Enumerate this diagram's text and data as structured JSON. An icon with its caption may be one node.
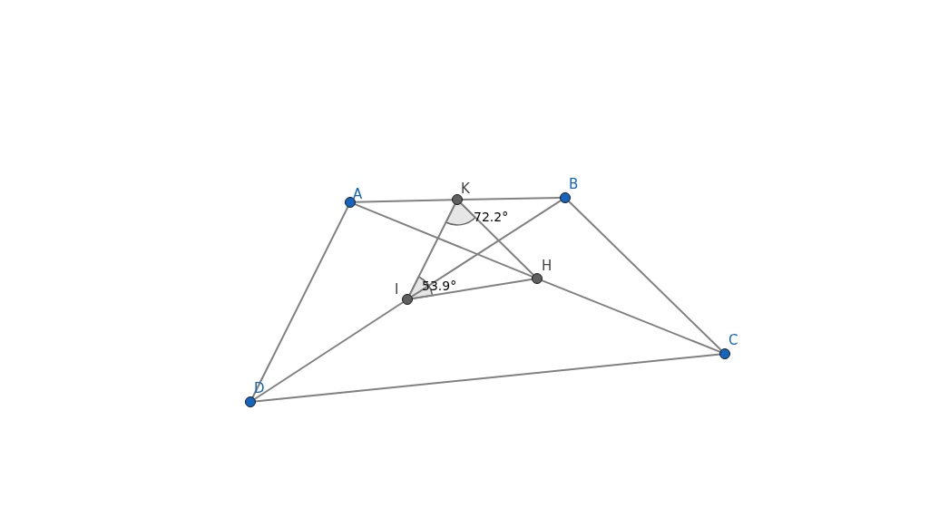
{
  "diagram": {
    "nodes": [
      {
        "text": [
          "A"
        ]
      },
      {
        "text": [
          "K"
        ]
      },
      {
        "text": [
          "B"
        ]
      },
      {
        "text": [
          "H"
        ]
      },
      {
        "text": [
          "I"
        ]
      },
      {
        "text": [
          "C"
        ]
      },
      {
        "text": [
          "D"
        ]
      }
    ],
    "edges": [
      {
        "from": 0,
        "to": 1,
        "arrow": "none"
      },
      {
        "from": 1,
        "to": 2,
        "arrow": "none"
      },
      {
        "from": 2,
        "to": 5,
        "arrow": "none"
      },
      {
        "from": 5,
        "to": 6,
        "arrow": "none"
      },
      {
        "from": 6,
        "to": 0,
        "arrow": "none"
      },
      {
        "from": 0,
        "to": 3,
        "arrow": "none"
      },
      {
        "from": 3,
        "to": 5,
        "arrow": "none"
      },
      {
        "from": 2,
        "to": 4,
        "arrow": "none"
      },
      {
        "from": 4,
        "to": 6,
        "arrow": "none"
      },
      {
        "from": 1,
        "to": 4,
        "arrow": "none"
      },
      {
        "from": 1,
        "to": 3,
        "arrow": "none"
      },
      {
        "from": 4,
        "to": 3,
        "arrow": "none"
      }
    ],
    "labels": [
      "72.2°",
      "53.9°"
    ]
  }
}
